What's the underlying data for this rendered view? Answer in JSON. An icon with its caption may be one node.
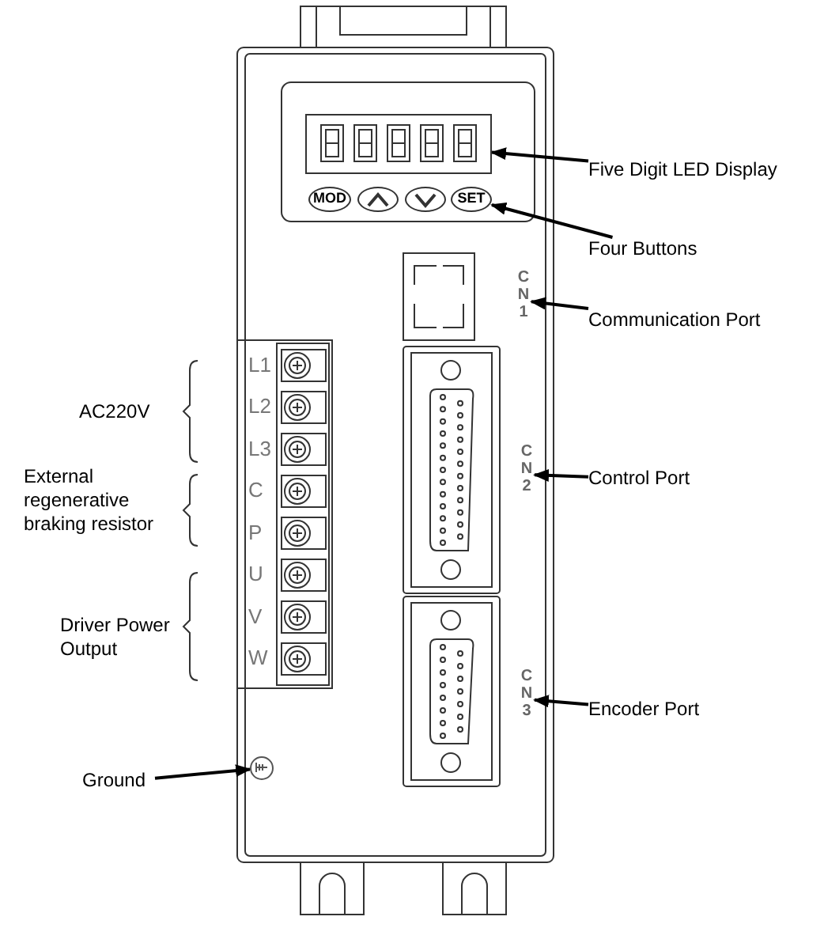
{
  "diagram": {
    "nodes": [
      {
        "text": [],
        "shape": "box"
      },
      {
        "text": [
          "MOD"
        ]
      },
      {
        "text": [],
        "shape": "ellipse"
      },
      {
        "text": [],
        "shape": "ellipse"
      },
      {
        "text": [
          "SET"
        ]
      },
      {
        "text": [
          "Five Digit LED Display"
        ]
      },
      {
        "text": [
          "Four Buttons"
        ]
      },
      {
        "text": [
          "CN1"
        ]
      },
      {
        "text": [
          "Communication Port"
        ]
      },
      {
        "text": [
          "CN2"
        ]
      },
      {
        "text": [
          "Control Port"
        ]
      },
      {
        "text": [
          "CN3"
        ]
      },
      {
        "text": [
          "Encoder Port"
        ]
      },
      {
        "text": [
          "Ground"
        ]
      },
      {
        "text": [],
        "shape": "circle"
      }
    ],
    "edges": [
      {
        "from": 5,
        "to": 0,
        "arrow": "to"
      },
      {
        "from": 6,
        "to": 4,
        "arrow": "to"
      },
      {
        "from": 8,
        "to": 7,
        "arrow": "to"
      },
      {
        "from": 10,
        "to": 9,
        "arrow": "to"
      },
      {
        "from": 12,
        "to": 11,
        "arrow": "to"
      },
      {
        "from": 13,
        "to": 14,
        "arrow": "to"
      }
    ],
    "labels": [
      "L1",
      "L2",
      "L3",
      "C",
      "P",
      "U",
      "V",
      "W",
      "AC220V",
      "External regenerative braking resistor",
      "Driver Power Output"
    ]
  }
}
